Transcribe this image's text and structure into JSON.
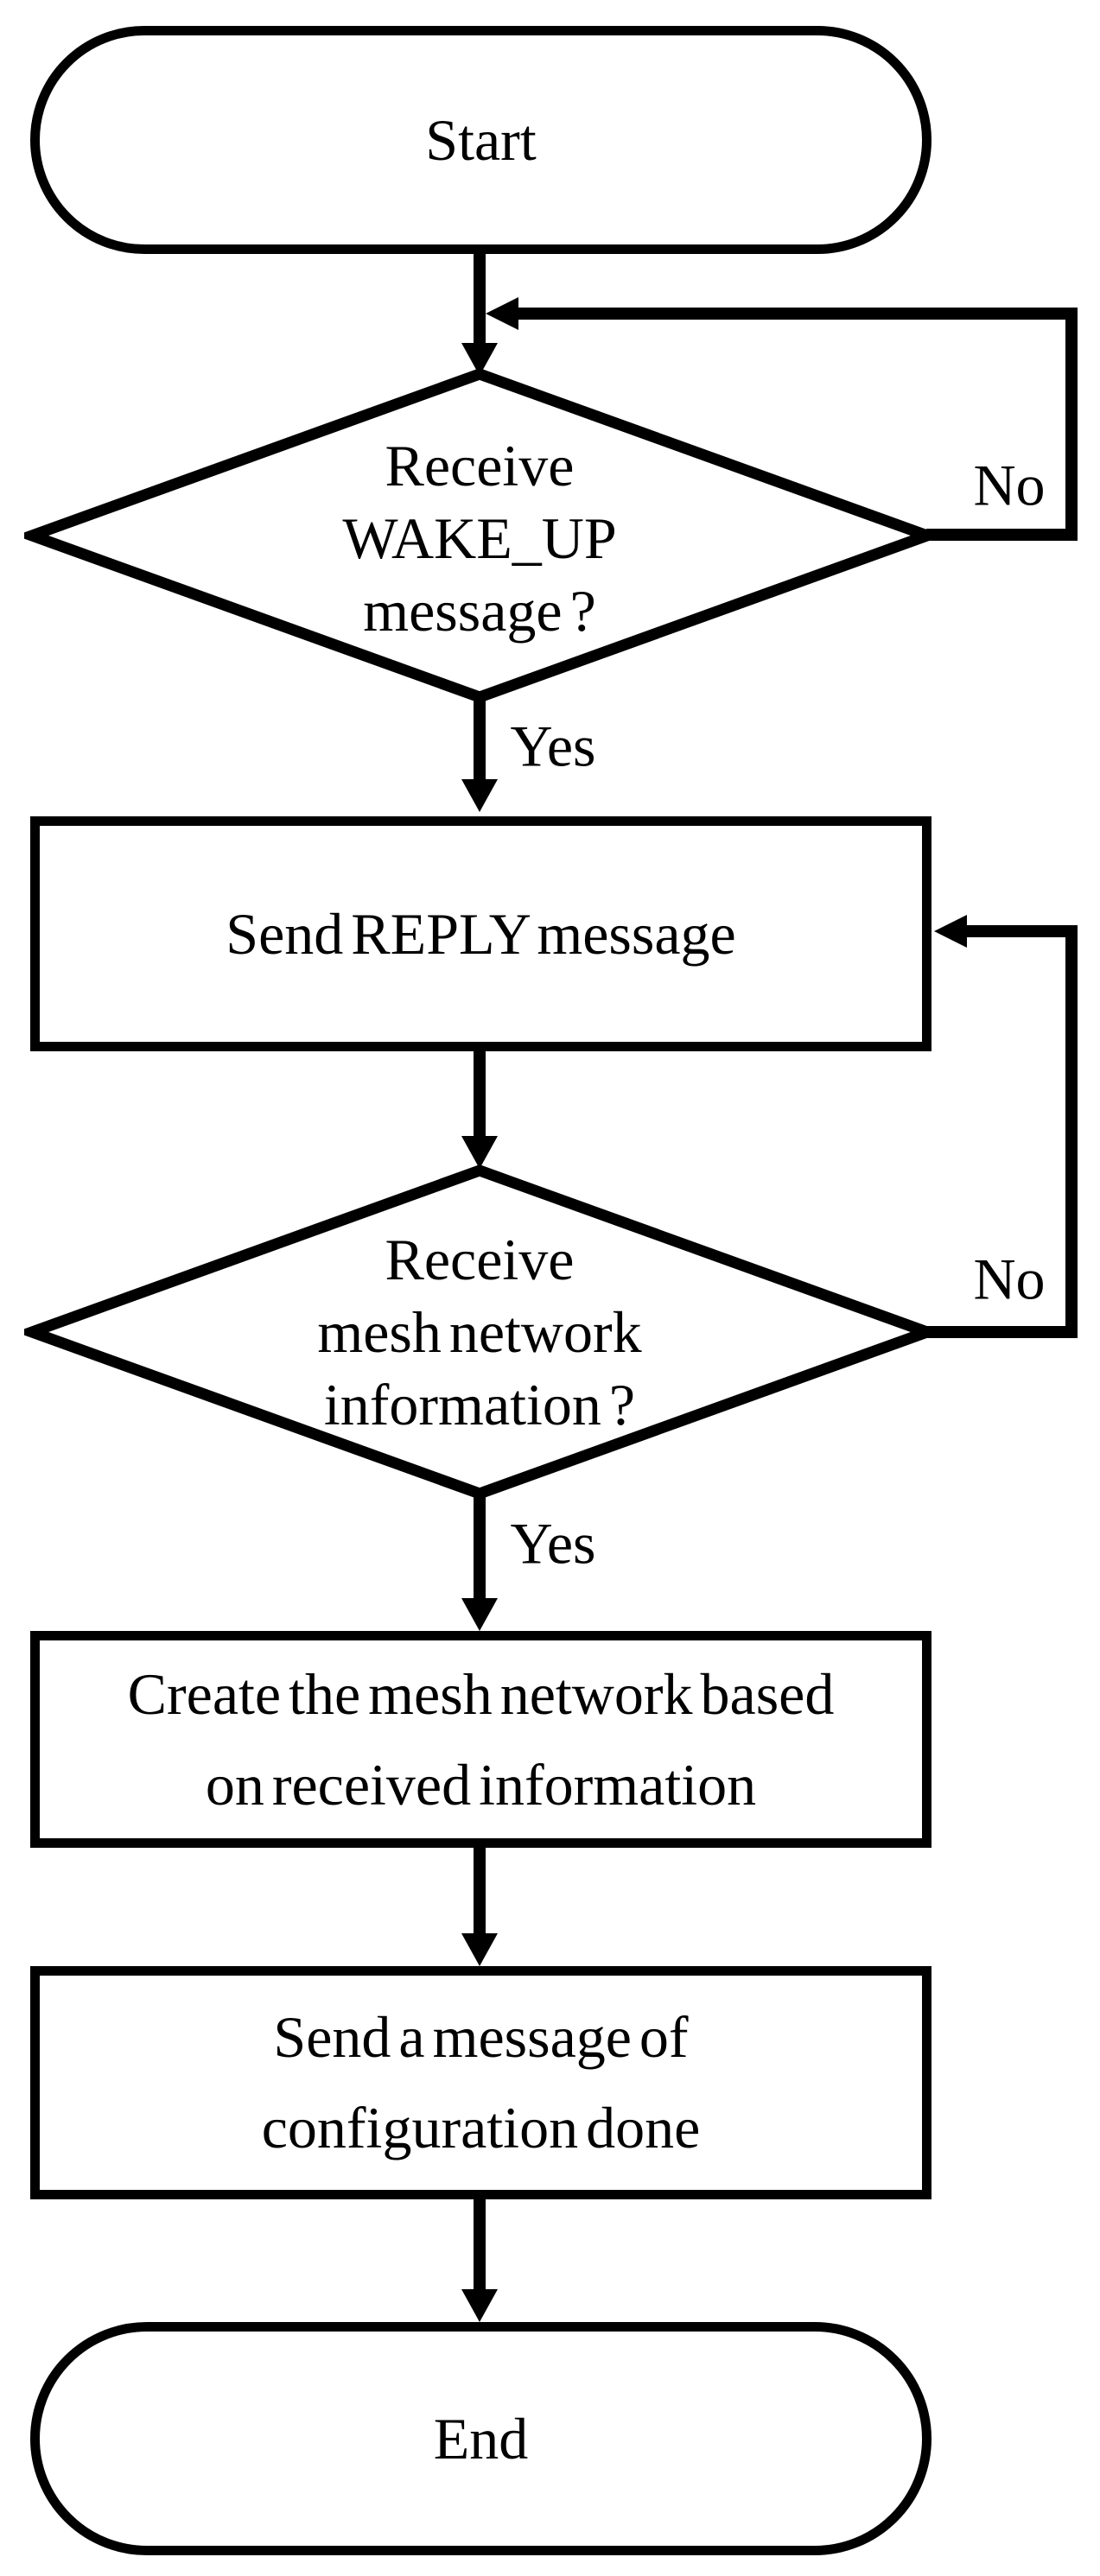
{
  "figure": {
    "type": "flowchart",
    "description": "Mesh network configuration flowchart"
  },
  "nodes": {
    "start": {
      "shape": "terminator",
      "label": "Start"
    },
    "decision1": {
      "shape": "decision",
      "lines": [
        "Receive",
        "WAKE_UP",
        "message ?"
      ]
    },
    "process1": {
      "shape": "process",
      "lines": [
        "Send REPLY message"
      ]
    },
    "decision2": {
      "shape": "decision",
      "lines": [
        "Receive",
        "mesh network",
        "information ?"
      ]
    },
    "process2": {
      "shape": "process",
      "lines": [
        "Create the mesh network based",
        "on received information"
      ]
    },
    "process3": {
      "shape": "process",
      "lines": [
        "Send a message of",
        "configuration done"
      ]
    },
    "end": {
      "shape": "terminator",
      "label": "End"
    }
  },
  "edges": {
    "decision1_no": "No",
    "decision1_yes": "Yes",
    "decision2_no": "No",
    "decision2_yes": "Yes"
  },
  "colors": {
    "stroke": "#000000",
    "fill": "#ffffff",
    "background": "#ffffff",
    "text": "#000000"
  }
}
